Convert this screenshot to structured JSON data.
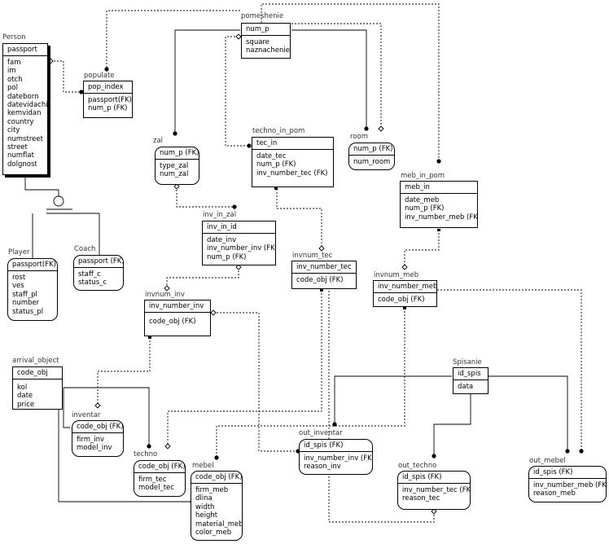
{
  "entities": {
    "person": {
      "title": "Person",
      "key": "passport",
      "attrs": [
        "fam",
        "im",
        "otch",
        "pol",
        "dateborn",
        "datevidachi",
        "kemvidan",
        "country",
        "city",
        "numstreet",
        "street",
        "numflat",
        "dolgnost"
      ]
    },
    "populate": {
      "title": "populate",
      "key": "pop_index",
      "attrs": [
        "passport(FK)",
        "num_p (FK)"
      ]
    },
    "pomeshenie": {
      "title": "pomeshenie",
      "key": "num_p",
      "attrs": [
        "square",
        "naznachenie"
      ]
    },
    "zal": {
      "title": "zal",
      "key": "num_p (FK)",
      "attrs": [
        "type_zal",
        "num_zal"
      ]
    },
    "techno_in_pom": {
      "title": "techno_in_pom",
      "key": "tec_in",
      "attrs": [
        "date_tec",
        "num_p (FK)",
        "inv_number_tec (FK)"
      ]
    },
    "room": {
      "title": "room",
      "key": "num_p (FK)",
      "attrs": [
        "num_room"
      ]
    },
    "meb_in_pom": {
      "title": "meb_in_pom",
      "key": "meb_in",
      "attrs": [
        "date_meb",
        "num_p (FK)",
        "inv_number_meb (FK)"
      ]
    },
    "player": {
      "title": "Player",
      "key": "passport(FK)",
      "attrs": [
        "rost",
        "ves",
        "staff_pl",
        "number",
        "status_pl"
      ]
    },
    "coach": {
      "title": "Coach",
      "key": "passport (FK)",
      "attrs": [
        "staff_c",
        "status_c"
      ]
    },
    "inv_in_zal": {
      "title": "inv_in_zal",
      "key": "inv_in_id",
      "attrs": [
        "date_inv",
        "inv_number_inv (FK)",
        "num_p (FK)"
      ]
    },
    "invnum_tec": {
      "title": "invnum_tec",
      "key": "inv_number_tec",
      "attrs": [
        "code_obj (FK)"
      ]
    },
    "invnum_meb": {
      "title": "invnum_meb",
      "key": "inv_number_meb",
      "attrs": [
        "code_obj (FK)"
      ]
    },
    "invnum_inv": {
      "title": "invnum_inv",
      "key": "inv_number_inv",
      "attrs": [
        "code_obj (FK)"
      ]
    },
    "arrival_object": {
      "title": "arrival_object",
      "key": "code_obj",
      "attrs": [
        "kol",
        "date",
        "price"
      ]
    },
    "spisanie": {
      "title": "Spisanie",
      "key": "id_spis",
      "attrs": [
        "data"
      ]
    },
    "inventar": {
      "title": "inventar",
      "key": "code_obj (FK)",
      "attrs": [
        "firm_inv",
        "model_inv"
      ]
    },
    "out_inventar": {
      "title": "out_inventar",
      "key": "id_spis (FK)",
      "attrs": [
        "inv_number_inv (FK)",
        "reason_inv"
      ]
    },
    "techno": {
      "title": "techno",
      "key": "code_obj (FK)",
      "attrs": [
        "firm_tec",
        "model_tec"
      ]
    },
    "mebel": {
      "title": "mebel",
      "key": "code_obj (FK)",
      "attrs": [
        "firm_meb",
        "dlina",
        "width",
        "height",
        "material_meb",
        "color_meb"
      ]
    },
    "out_techno": {
      "title": "out_techno",
      "key": "id_spis (FK)",
      "attrs": [
        "inv_number_tec (FK)",
        "reason_tec"
      ]
    },
    "out_mebel": {
      "title": "out_mebel",
      "key": "id_spis (FK)",
      "attrs": [
        "inv_number_meb (FK)",
        "reason_meb"
      ]
    }
  }
}
